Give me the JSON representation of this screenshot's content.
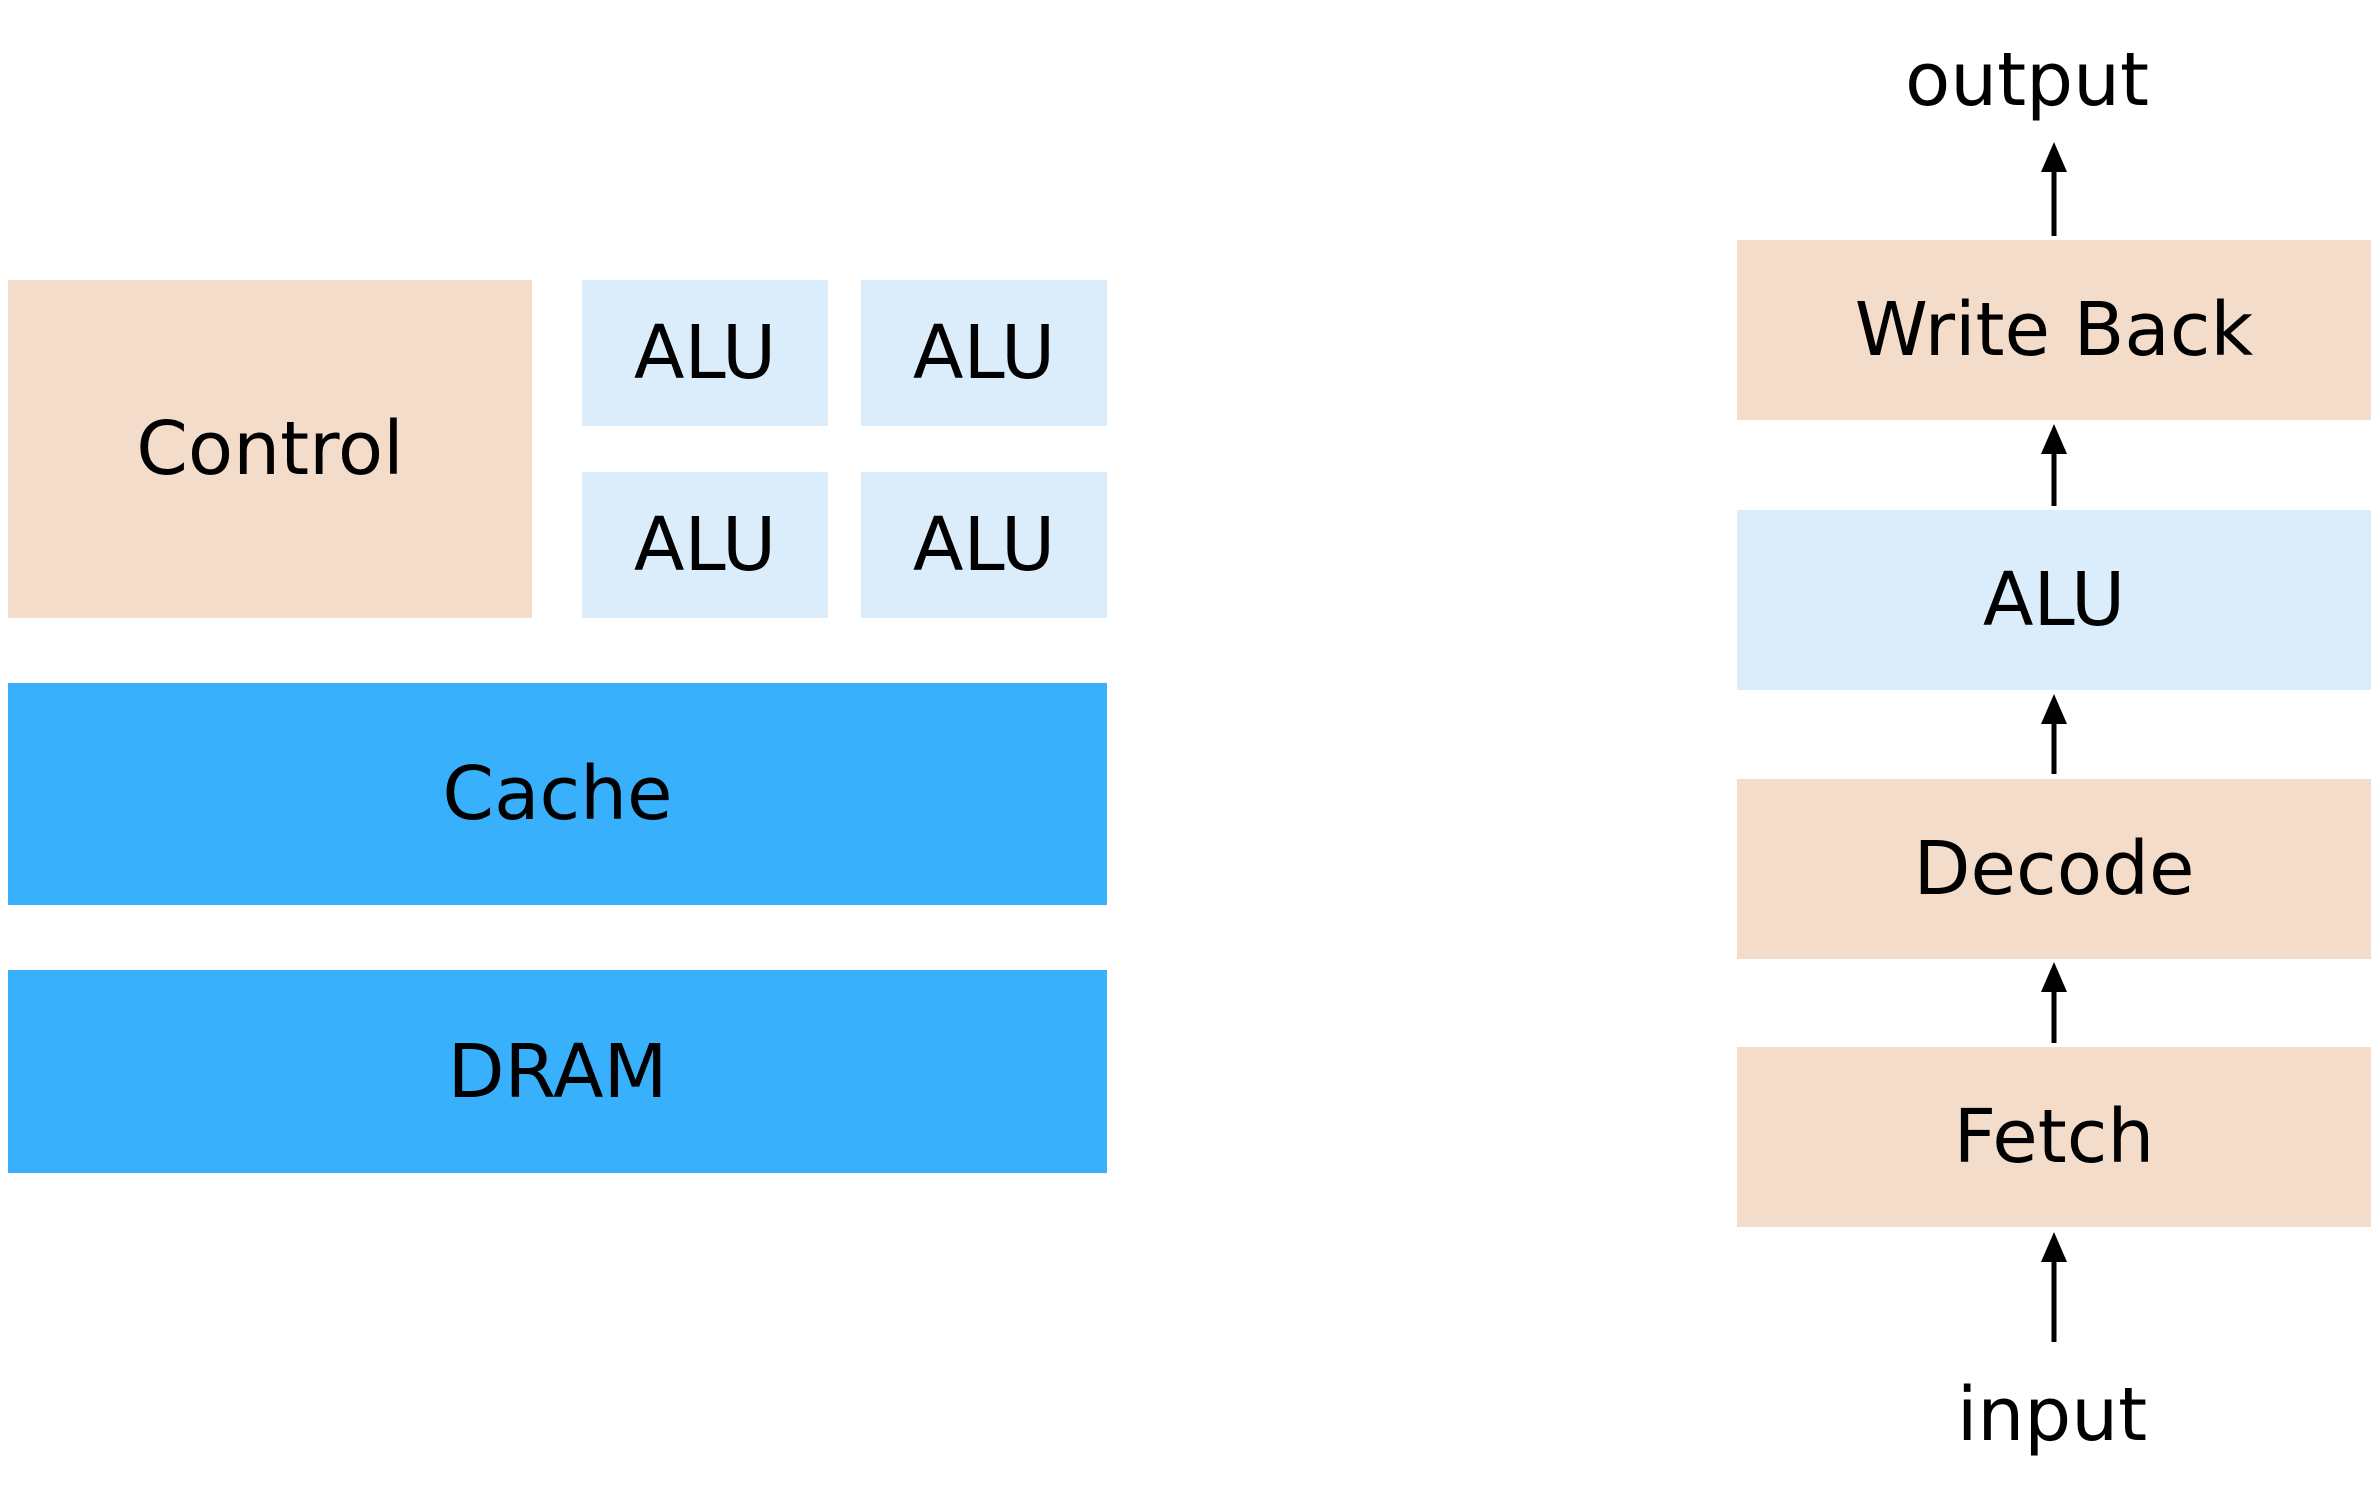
{
  "cpu": {
    "control": "Control",
    "alus": [
      "ALU",
      "ALU",
      "ALU",
      "ALU"
    ],
    "cache": "Cache",
    "dram": "DRAM"
  },
  "pipeline": {
    "output": "output",
    "stages": [
      "Write Back",
      "ALU",
      "Decode",
      "Fetch"
    ],
    "input": "input"
  },
  "colors": {
    "control": "#f4dccb",
    "alu": "#dbedfb",
    "memory": "#38b0fc",
    "stage_peach": "#f4dccb",
    "stage_blue": "#dbedfb",
    "arrow": "#000000"
  }
}
